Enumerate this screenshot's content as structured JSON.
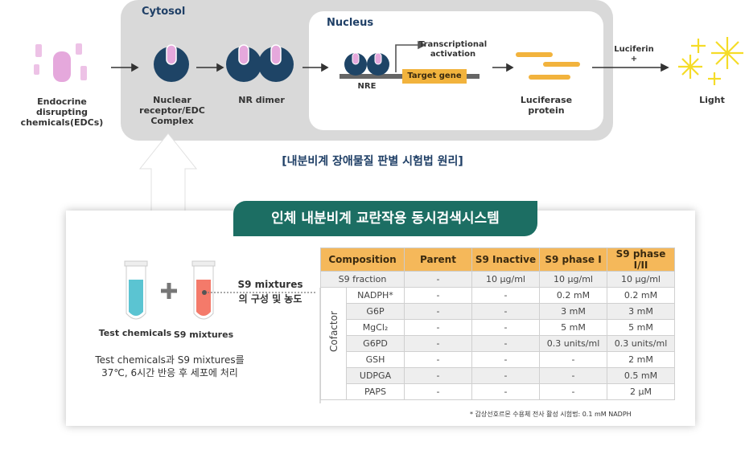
{
  "diagram": {
    "cytosol_label": "Cytosol",
    "nucleus_label": "Nucleus",
    "edc_label": "Endocrine disrupting chemicals(EDCs)",
    "complex_label": "Nuclear receptor/EDC Complex",
    "dimer_label": "NR dimer",
    "nre_label": "NRE",
    "transcription_label": "Transcriptional activation",
    "target_gene_label": "Target gene",
    "luciferase_label": "Luciferase protein",
    "luciferin_label": "Luciferin +",
    "light_label": "Light",
    "caption": "[내분비계 장애물질 판별 시험법 원리]",
    "colors": {
      "cytosol": "#d9d9d9",
      "receptor": "#1e4466",
      "ligand": "#e5a8dc",
      "gene": "#f2b33d",
      "light": "#f5dc28"
    }
  },
  "system": {
    "banner": "인체 내분비계 교란작용 동시검색시스템",
    "test_chemicals_label": "Test chemicals",
    "s9_mixtures_label": "S9 mixtures",
    "s9_note": "S9 mixtures의 구성 및 농도",
    "procedure": "Test chemicals과 S9 mixtures를 37℃, 6시간 반응 후 세포에 처리",
    "cofactor_label": "Cofactor",
    "footnote": "* 갑상선호르몬 수용체 전사 활성 시험법: 0.1 mM NADPH"
  },
  "table": {
    "headers": [
      "Composition",
      "Parent",
      "S9 Inactive",
      "S9 phase I",
      "S9 phase I/II"
    ],
    "s9_row": [
      "S9 fraction",
      "-",
      "10 μg/ml",
      "10 μg/ml",
      "10 μg/ml"
    ],
    "rows": [
      [
        "NADPH*",
        "-",
        "-",
        "0.2 mM",
        "0.2 mM"
      ],
      [
        "G6P",
        "-",
        "-",
        "3 mM",
        "3 mM"
      ],
      [
        "MgCl₂",
        "-",
        "-",
        "5 mM",
        "5 mM"
      ],
      [
        "G6PD",
        "-",
        "-",
        "0.3 units/ml",
        "0.3 units/ml"
      ],
      [
        "GSH",
        "-",
        "-",
        "-",
        "2 mM"
      ],
      [
        "UDPGA",
        "-",
        "-",
        "-",
        "0.5 mM"
      ],
      [
        "PAPS",
        "-",
        "-",
        "-",
        "2 μM"
      ]
    ]
  }
}
